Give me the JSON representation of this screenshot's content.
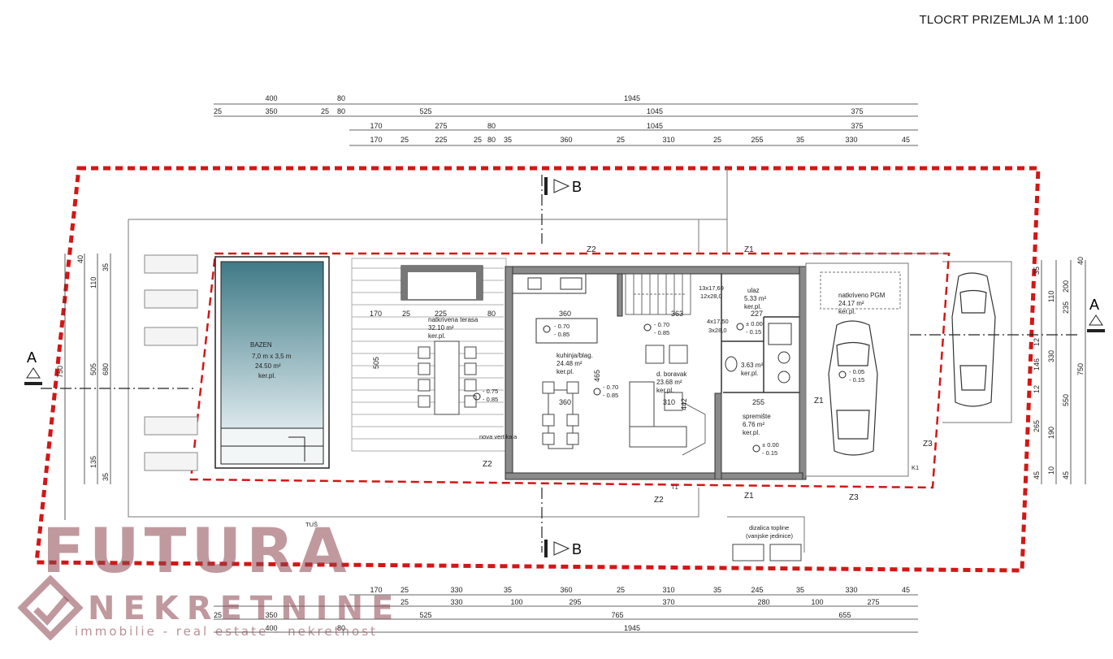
{
  "title": "TLOCRT PRIZEMLJA M 1:100",
  "sections": {
    "a_label": "A",
    "b_label": "B"
  },
  "markers": [
    "Z1",
    "Z2",
    "Z3"
  ],
  "dims_top": {
    "row1": [
      "400",
      "80",
      "1945"
    ],
    "row2": [
      "25",
      "350",
      "25",
      "80",
      "525",
      "1045",
      "375"
    ],
    "row3": [
      "170",
      "275",
      "80",
      "1045",
      "375"
    ],
    "row4": [
      "170",
      "25",
      "225",
      "25",
      "80",
      "35",
      "360",
      "25",
      "310",
      "25",
      "255",
      "35",
      "330",
      "45"
    ]
  },
  "dims_bottom": {
    "row1": [
      "170",
      "25",
      "330",
      "35",
      "360",
      "25",
      "310",
      "35",
      "245",
      "35",
      "330",
      "45"
    ],
    "row2": [
      "25",
      "330",
      "100",
      "295",
      "370",
      "280",
      "100",
      "275"
    ],
    "row3": [
      "25",
      "350",
      "525",
      "765",
      "655"
    ],
    "row4": [
      "400",
      "80",
      "1945"
    ]
  },
  "dims_left": [
    "40",
    "35",
    "110",
    "505",
    "680",
    "750",
    "135",
    "35"
  ],
  "dims_right": [
    "40",
    "35",
    "235",
    "110",
    "200",
    "12",
    "146",
    "330",
    "12",
    "750",
    "550",
    "265",
    "190",
    "45",
    "10",
    "45"
  ],
  "rooms": {
    "pool": {
      "name": "BAZEN",
      "size": "7,0 m x 3,5 m",
      "area": "24.50 m²",
      "floor": "ker.pl."
    },
    "terrace": {
      "name": "natkrivena terasa",
      "area": "32.10 m²",
      "floor": "ker.pl."
    },
    "kitchen": {
      "name": "kuhinja/blag.",
      "area": "24.48 m²",
      "floor": "ker.pl."
    },
    "living": {
      "name": "d. boravak",
      "area": "23.68 m²",
      "floor": "ker.pl."
    },
    "entrance": {
      "name": "ulaz",
      "area": "5.33 m²",
      "floor": "ker.pl."
    },
    "wc": {
      "area": "3.63 m²",
      "floor": "ker.pl."
    },
    "storage": {
      "name": "spremište",
      "area": "6.76 m²",
      "floor": "ker.pl."
    },
    "garage": {
      "name": "natkriveno PGM",
      "area": "24.17 m²",
      "floor": "ker.pl."
    }
  },
  "levels": {
    "kitchen": [
      "- 0.70",
      "- 0.85"
    ],
    "dining": [
      "- 0.70",
      "- 0.85"
    ],
    "living": [
      "- 0.70",
      "- 0.85"
    ],
    "terrace": [
      "- 0.75",
      "- 0.85"
    ],
    "entrance": [
      "± 0.00",
      "- 0.15"
    ],
    "storage": [
      "± 0.00",
      "- 0.15"
    ],
    "garage": [
      "- 0.05",
      "- 0.15"
    ]
  },
  "notes": {
    "stairs1": "13x17,69",
    "stairs1b": "12x28,0",
    "stairs2": "4x17,50",
    "stairs2b": "3x28,0",
    "heat_pump": "dizalica topline",
    "heat_pump2": "(vanjske jedinice)",
    "shower": "TUŠ",
    "vertical": "nova vertikala",
    "k1": "K1",
    "t1": "T1",
    "w1": "360",
    "w2": "363",
    "w3": "227",
    "w4": "310",
    "w5": "255",
    "w6": "465",
    "w7": "442",
    "w8": "505",
    "w9": "225",
    "w10": "170",
    "w11": "25",
    "w12": "80"
  },
  "brand": {
    "main": "FUTURA",
    "sub": "NEKRETNINE",
    "tagline": "immobilie - real estate - nekretnost"
  }
}
